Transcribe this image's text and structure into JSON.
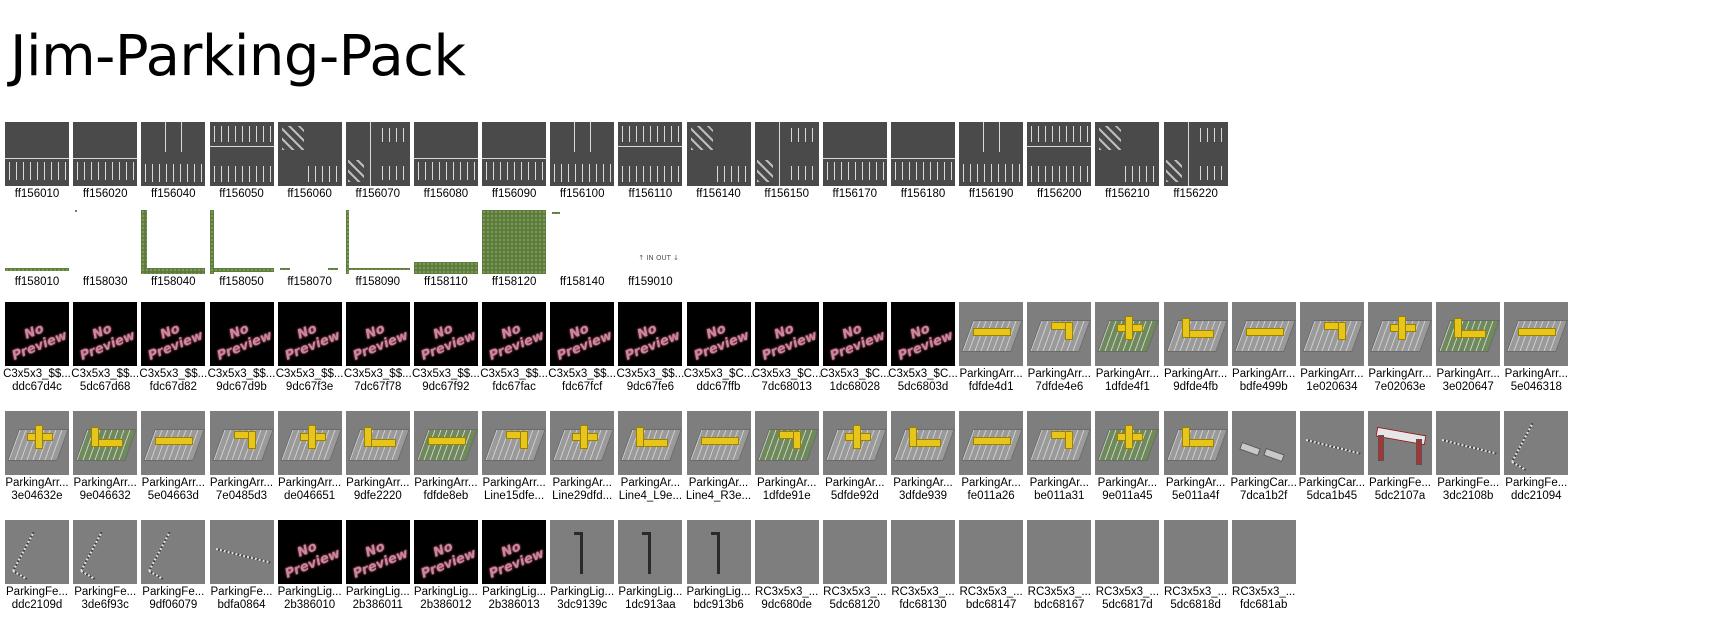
{
  "page": {
    "title": "Jim-Parking-Pack"
  },
  "rows": [
    {
      "kind": "road",
      "items": [
        {
          "l1": "ff156010"
        },
        {
          "l1": "ff156020"
        },
        {
          "l1": "ff156040"
        },
        {
          "l1": "ff156050"
        },
        {
          "l1": "ff156060"
        },
        {
          "l1": "ff156070"
        },
        {
          "l1": "ff156080"
        },
        {
          "l1": "ff156090"
        },
        {
          "l1": "ff156100"
        },
        {
          "l1": "ff156110"
        },
        {
          "l1": "ff156140"
        },
        {
          "l1": "ff156150"
        },
        {
          "l1": "ff156170"
        },
        {
          "l1": "ff156180"
        },
        {
          "l1": "ff156190"
        },
        {
          "l1": "ff156200"
        },
        {
          "l1": "ff156210"
        },
        {
          "l1": "ff156220"
        }
      ]
    },
    {
      "kind": "grass",
      "items": [
        {
          "l1": "ff158010"
        },
        {
          "l1": "ff158030"
        },
        {
          "l1": "ff158040"
        },
        {
          "l1": "ff158050"
        },
        {
          "l1": "ff158070"
        },
        {
          "l1": "ff158090"
        },
        {
          "l1": "ff158110"
        },
        {
          "l1": "ff158120"
        },
        {
          "l1": "ff158140"
        },
        {
          "l1": "ff159010",
          "sign_text": "IN  OUT"
        }
      ]
    },
    {
      "kind": "mixed",
      "items": [
        {
          "l1": "C3x5x3_$$...",
          "l2": "ddc67d4c",
          "thumb": "nopreview"
        },
        {
          "l1": "C3x5x3_$$...",
          "l2": "5dc67d68",
          "thumb": "nopreview"
        },
        {
          "l1": "C3x5x3_$$...",
          "l2": "fdc67d82",
          "thumb": "nopreview"
        },
        {
          "l1": "C3x5x3_$$...",
          "l2": "9dc67d9b",
          "thumb": "nopreview"
        },
        {
          "l1": "C3x5x3_$$...",
          "l2": "9dc67f3e",
          "thumb": "nopreview"
        },
        {
          "l1": "C3x5x3_$$...",
          "l2": "7dc67f78",
          "thumb": "nopreview"
        },
        {
          "l1": "C3x5x3_$$...",
          "l2": "9dc67f92",
          "thumb": "nopreview"
        },
        {
          "l1": "C3x5x3_$$...",
          "l2": "fdc67fac",
          "thumb": "nopreview"
        },
        {
          "l1": "C3x5x3_$$...",
          "l2": "fdc67fcf",
          "thumb": "nopreview"
        },
        {
          "l1": "C3x5x3_$$...",
          "l2": "9dc67fe6",
          "thumb": "nopreview"
        },
        {
          "l1": "C3x5x3_$C...",
          "l2": "ddc67ffb",
          "thumb": "nopreview"
        },
        {
          "l1": "C3x5x3_$C...",
          "l2": "7dc68013",
          "thumb": "nopreview"
        },
        {
          "l1": "C3x5x3_$C...",
          "l2": "1dc68028",
          "thumb": "nopreview"
        },
        {
          "l1": "C3x5x3_$C...",
          "l2": "5dc6803d",
          "thumb": "nopreview"
        },
        {
          "l1": "ParkingArr...",
          "l2": "fdfde4d1",
          "thumb": "parking"
        },
        {
          "l1": "ParkingArr...",
          "l2": "7dfde4e6",
          "thumb": "parking"
        },
        {
          "l1": "ParkingArr...",
          "l2": "1dfde4f1",
          "thumb": "parking"
        },
        {
          "l1": "ParkingArr...",
          "l2": "9dfde4fb",
          "thumb": "parking"
        },
        {
          "l1": "ParkingArr...",
          "l2": "bdfe499b",
          "thumb": "parking"
        },
        {
          "l1": "ParkingArr...",
          "l2": "1e020634",
          "thumb": "parking"
        },
        {
          "l1": "ParkingArr...",
          "l2": "7e02063e",
          "thumb": "parking"
        },
        {
          "l1": "ParkingArr...",
          "l2": "3e020647",
          "thumb": "parking"
        },
        {
          "l1": "ParkingArr...",
          "l2": "5e046318",
          "thumb": "parking"
        }
      ]
    },
    {
      "kind": "mixed",
      "items": [
        {
          "l1": "ParkingArr...",
          "l2": "3e04632e",
          "thumb": "parking"
        },
        {
          "l1": "ParkingArr...",
          "l2": "9e046632",
          "thumb": "parking"
        },
        {
          "l1": "ParkingArr...",
          "l2": "5e04663d",
          "thumb": "parking"
        },
        {
          "l1": "ParkingArr...",
          "l2": "7e0485d3",
          "thumb": "parking"
        },
        {
          "l1": "ParkingArr...",
          "l2": "de046651",
          "thumb": "parking"
        },
        {
          "l1": "ParkingArr...",
          "l2": "9dfe2220",
          "thumb": "parking"
        },
        {
          "l1": "ParkingArr...",
          "l2": "fdfde8eb",
          "thumb": "parking"
        },
        {
          "l1": "ParkingArr...",
          "l2": "Line15dfe...",
          "thumb": "parking"
        },
        {
          "l1": "ParkingAr...",
          "l2": "Line29dfd...",
          "thumb": "parking"
        },
        {
          "l1": "ParkingAr...",
          "l2": "Line4_L9e...",
          "thumb": "parking"
        },
        {
          "l1": "ParkingAr...",
          "l2": "Line4_R3e...",
          "thumb": "parking"
        },
        {
          "l1": "ParkingAr...",
          "l2": "1dfde91e",
          "thumb": "parking"
        },
        {
          "l1": "ParkingAr...",
          "l2": "5dfde92d",
          "thumb": "parking"
        },
        {
          "l1": "ParkingAr...",
          "l2": "3dfde939",
          "thumb": "parking"
        },
        {
          "l1": "ParkingAr...",
          "l2": "fe011a26",
          "thumb": "parking"
        },
        {
          "l1": "ParkingAr...",
          "l2": "be011a31",
          "thumb": "parking"
        },
        {
          "l1": "ParkingAr...",
          "l2": "9e011a45",
          "thumb": "parking"
        },
        {
          "l1": "ParkingAr...",
          "l2": "5e011a4f",
          "thumb": "parking"
        },
        {
          "l1": "ParkingCar...",
          "l2": "7dca1b2f",
          "thumb": "stops"
        },
        {
          "l1": "ParkingCar...",
          "l2": "5dca1b45",
          "thumb": "line"
        },
        {
          "l1": "ParkingFe...",
          "l2": "5dc2107a",
          "thumb": "fence"
        },
        {
          "l1": "ParkingFe...",
          "l2": "3dc2108b",
          "thumb": "line"
        },
        {
          "l1": "ParkingFe...",
          "l2": "ddc21094",
          "thumb": "fencecorner"
        }
      ]
    },
    {
      "kind": "mixed",
      "items": [
        {
          "l1": "ParkingFe...",
          "l2": "ddc2109d",
          "thumb": "fencecorner"
        },
        {
          "l1": "ParkingFe...",
          "l2": "3de6f93c",
          "thumb": "fencecorner"
        },
        {
          "l1": "ParkingFe...",
          "l2": "9df06079",
          "thumb": "fencecorner"
        },
        {
          "l1": "ParkingFe...",
          "l2": "bdfa0864",
          "thumb": "line"
        },
        {
          "l1": "ParkingLig...",
          "l2": "2b386010",
          "thumb": "nopreview"
        },
        {
          "l1": "ParkingLig...",
          "l2": "2b386011",
          "thumb": "nopreview"
        },
        {
          "l1": "ParkingLig...",
          "l2": "2b386012",
          "thumb": "nopreview"
        },
        {
          "l1": "ParkingLig...",
          "l2": "2b386013",
          "thumb": "nopreview"
        },
        {
          "l1": "ParkingLig...",
          "l2": "3dc9139c",
          "thumb": "lamp"
        },
        {
          "l1": "ParkingLig...",
          "l2": "1dc913aa",
          "thumb": "lamp"
        },
        {
          "l1": "ParkingLig...",
          "l2": "bdc913b6",
          "thumb": "lamp"
        },
        {
          "l1": "RC3x5x3_...",
          "l2": "9dc680de",
          "thumb": "blank"
        },
        {
          "l1": "RC3x5x3_...",
          "l2": "5dc68120",
          "thumb": "blank"
        },
        {
          "l1": "RC3x5x3_...",
          "l2": "fdc68130",
          "thumb": "blank"
        },
        {
          "l1": "RC3x5x3_...",
          "l2": "bdc68147",
          "thumb": "blank"
        },
        {
          "l1": "RC3x5x3_...",
          "l2": "bdc68167",
          "thumb": "blank"
        },
        {
          "l1": "RC3x5x3_...",
          "l2": "5dc6817d",
          "thumb": "blank"
        },
        {
          "l1": "RC3x5x3_...",
          "l2": "5dc6818d",
          "thumb": "blank"
        },
        {
          "l1": "RC3x5x3_...",
          "l2": "fdc681ab",
          "thumb": "blank"
        }
      ]
    }
  ],
  "no_preview_text": "No Preview",
  "colors": {
    "road": "#4a4a4a",
    "marking": "#d8d8d8",
    "grass": "#5c7a3c",
    "preview_bg": "#7e7e7e",
    "arrow_yellow": "#e8c51a",
    "no_preview_pink": "#c78a9a"
  }
}
